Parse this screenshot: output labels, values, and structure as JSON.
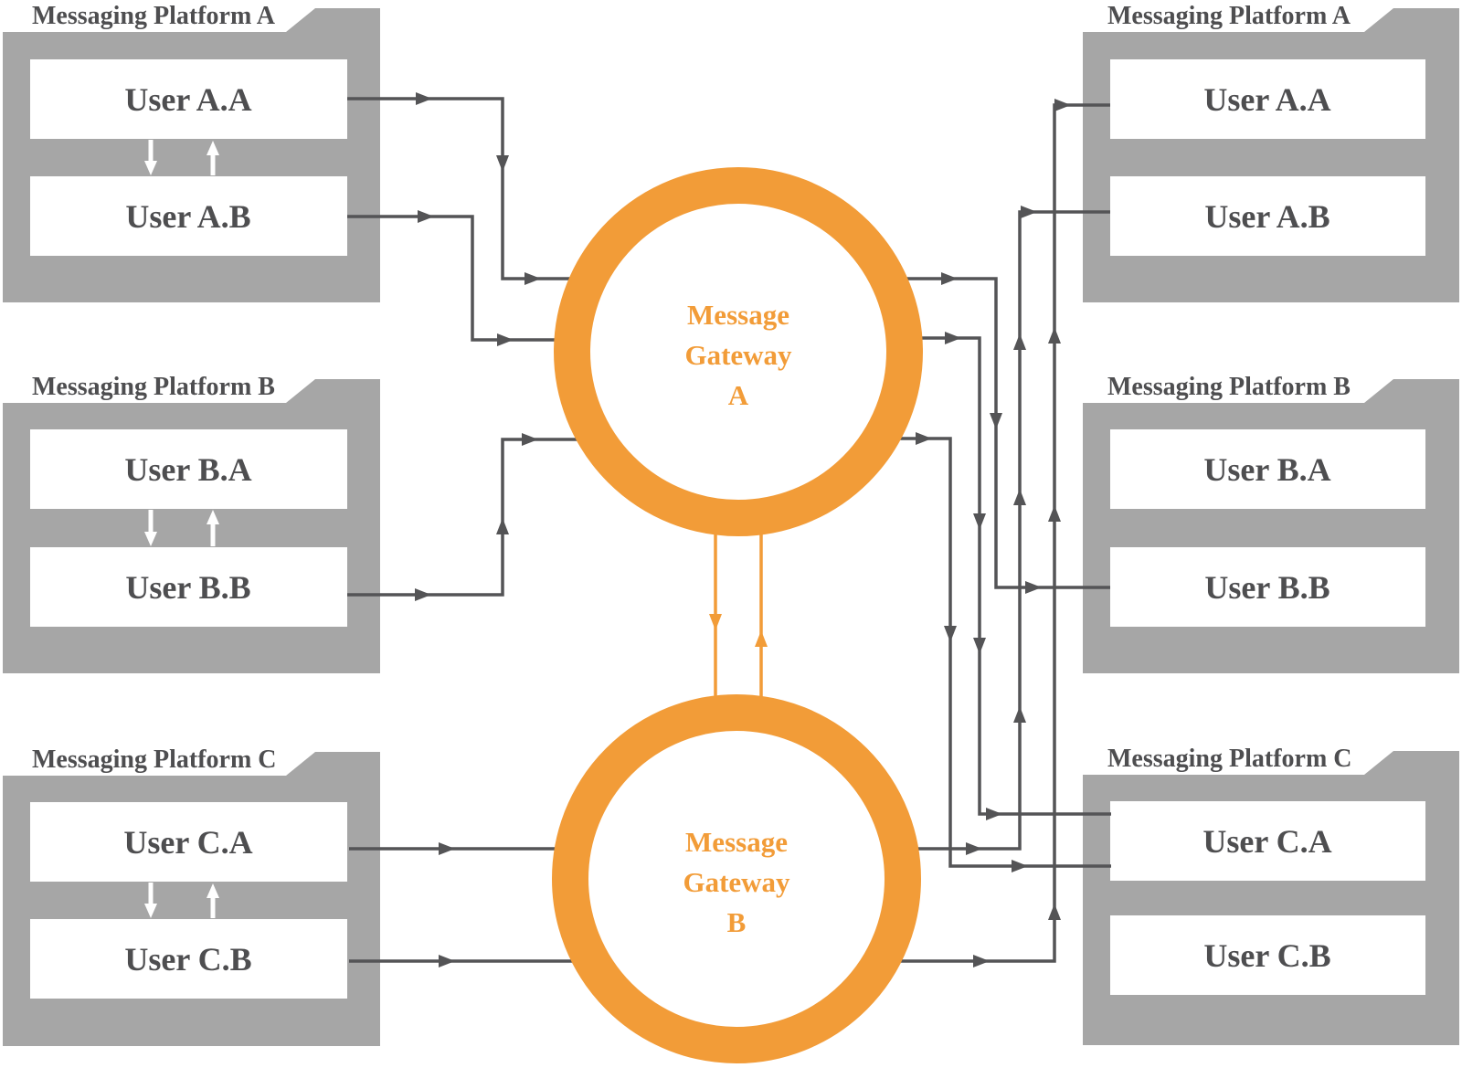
{
  "diagram": {
    "left_platforms": [
      {
        "title": "Messaging Platform A",
        "users": [
          {
            "label": "User A.A"
          },
          {
            "label": "User A.B"
          }
        ]
      },
      {
        "title": "Messaging Platform B",
        "users": [
          {
            "label": "User B.A"
          },
          {
            "label": "User B.B"
          }
        ]
      },
      {
        "title": "Messaging Platform C",
        "users": [
          {
            "label": "User C.A"
          },
          {
            "label": "User C.B"
          }
        ]
      }
    ],
    "right_platforms": [
      {
        "title": "Messaging Platform A",
        "users": [
          {
            "label": "User A.A"
          },
          {
            "label": "User A.B"
          }
        ]
      },
      {
        "title": "Messaging Platform B",
        "users": [
          {
            "label": "User B.A"
          },
          {
            "label": "User B.B"
          }
        ]
      },
      {
        "title": "Messaging Platform C",
        "users": [
          {
            "label": "User C.A"
          },
          {
            "label": "User C.B"
          }
        ]
      }
    ],
    "gateways": [
      {
        "label_lines": [
          "Message",
          "Gateway",
          "A"
        ]
      },
      {
        "label_lines": [
          "Message",
          "Gateway",
          "B"
        ]
      }
    ],
    "colors": {
      "folder_gray": "#A6A6A6",
      "box_white": "#FFFFFF",
      "text_gray": "#4E4E50",
      "wire_gray": "#545456",
      "orange": "#F29C38"
    },
    "connections": [
      {
        "from": "left User A.A",
        "to": "Message Gateway A"
      },
      {
        "from": "left User A.B",
        "to": "Message Gateway A"
      },
      {
        "from": "left User B.B",
        "to": "Message Gateway A"
      },
      {
        "from": "left User C.A",
        "to": "Message Gateway B"
      },
      {
        "from": "left User C.B",
        "to": "Message Gateway B"
      },
      {
        "from": "Message Gateway A",
        "to": "right User B.B"
      },
      {
        "from": "Message Gateway A",
        "to": "right User C.A (upper)"
      },
      {
        "from": "Message Gateway A",
        "to": "right User C.A (lower)"
      },
      {
        "from": "Message Gateway B",
        "to": "right User A.B"
      },
      {
        "from": "Message Gateway B",
        "to": "right User A.A"
      },
      {
        "from": "Message Gateway A",
        "to": "Message Gateway B"
      },
      {
        "from": "Message Gateway B",
        "to": "Message Gateway A"
      },
      {
        "from": "left User A.A",
        "to": "left User A.B",
        "note": "bidirectional internal arrows"
      },
      {
        "from": "left User B.A",
        "to": "left User B.B",
        "note": "bidirectional internal arrows"
      },
      {
        "from": "left User C.A",
        "to": "left User C.B",
        "note": "bidirectional internal arrows"
      }
    ]
  }
}
